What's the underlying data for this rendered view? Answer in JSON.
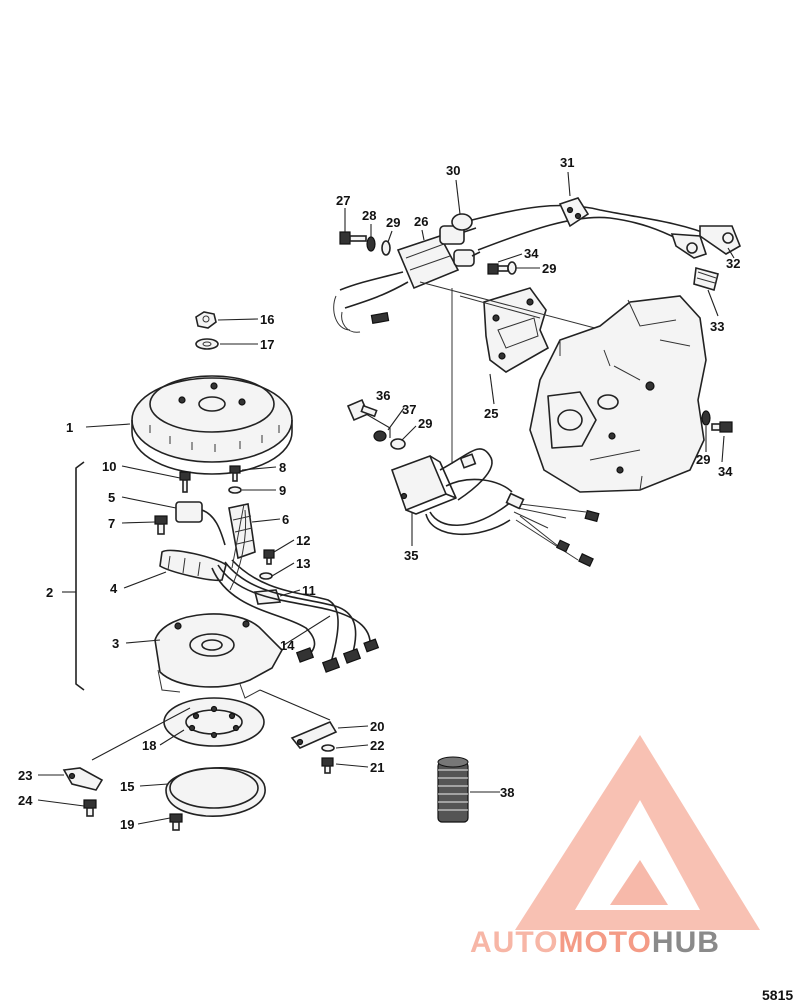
{
  "diagram": {
    "labels": [
      {
        "id": "1",
        "text": "1"
      },
      {
        "id": "2",
        "text": "2"
      },
      {
        "id": "3",
        "text": "3"
      },
      {
        "id": "4",
        "text": "4"
      },
      {
        "id": "5",
        "text": "5"
      },
      {
        "id": "6",
        "text": "6"
      },
      {
        "id": "7",
        "text": "7"
      },
      {
        "id": "8",
        "text": "8"
      },
      {
        "id": "9",
        "text": "9"
      },
      {
        "id": "10",
        "text": "10"
      },
      {
        "id": "11",
        "text": "11"
      },
      {
        "id": "12",
        "text": "12"
      },
      {
        "id": "13",
        "text": "13"
      },
      {
        "id": "14",
        "text": "14"
      },
      {
        "id": "15",
        "text": "15"
      },
      {
        "id": "16",
        "text": "16"
      },
      {
        "id": "17",
        "text": "17"
      },
      {
        "id": "18",
        "text": "18"
      },
      {
        "id": "19",
        "text": "19"
      },
      {
        "id": "20",
        "text": "20"
      },
      {
        "id": "21",
        "text": "21"
      },
      {
        "id": "22",
        "text": "22"
      },
      {
        "id": "23",
        "text": "23"
      },
      {
        "id": "24",
        "text": "24"
      },
      {
        "id": "25",
        "text": "25"
      },
      {
        "id": "26",
        "text": "26"
      },
      {
        "id": "27",
        "text": "27"
      },
      {
        "id": "28",
        "text": "28"
      },
      {
        "id": "29a",
        "text": "29"
      },
      {
        "id": "29b",
        "text": "29"
      },
      {
        "id": "29c",
        "text": "29"
      },
      {
        "id": "29d",
        "text": "29"
      },
      {
        "id": "30",
        "text": "30"
      },
      {
        "id": "31",
        "text": "31"
      },
      {
        "id": "32",
        "text": "32"
      },
      {
        "id": "33",
        "text": "33"
      },
      {
        "id": "34a",
        "text": "34"
      },
      {
        "id": "34b",
        "text": "34"
      },
      {
        "id": "35",
        "text": "35"
      },
      {
        "id": "36",
        "text": "36"
      },
      {
        "id": "37",
        "text": "37"
      },
      {
        "id": "38",
        "text": "38"
      }
    ],
    "figure_code": "5815"
  },
  "watermark": {
    "part1": "AUTO",
    "part2": "MOTO",
    "part3": "HUB",
    "color_light": "#f7b6a6",
    "color_mid": "#f49b86",
    "color_gray": "#8a8a8a"
  }
}
